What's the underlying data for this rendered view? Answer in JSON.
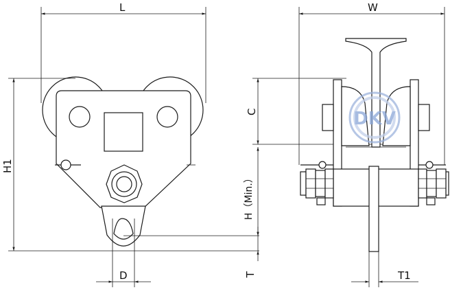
{
  "labels": {
    "L": "L",
    "W": "W",
    "H1": "H1",
    "C": "C",
    "H_min": "H（Min.）",
    "T": "T",
    "D": "D",
    "T1": "T1"
  },
  "watermark": {
    "text": "DKV",
    "icon": "dkv-logo-watermark",
    "color": "#8aa6d8"
  },
  "colors": {
    "line": "#1a1a1a",
    "background": "#ffffff"
  }
}
